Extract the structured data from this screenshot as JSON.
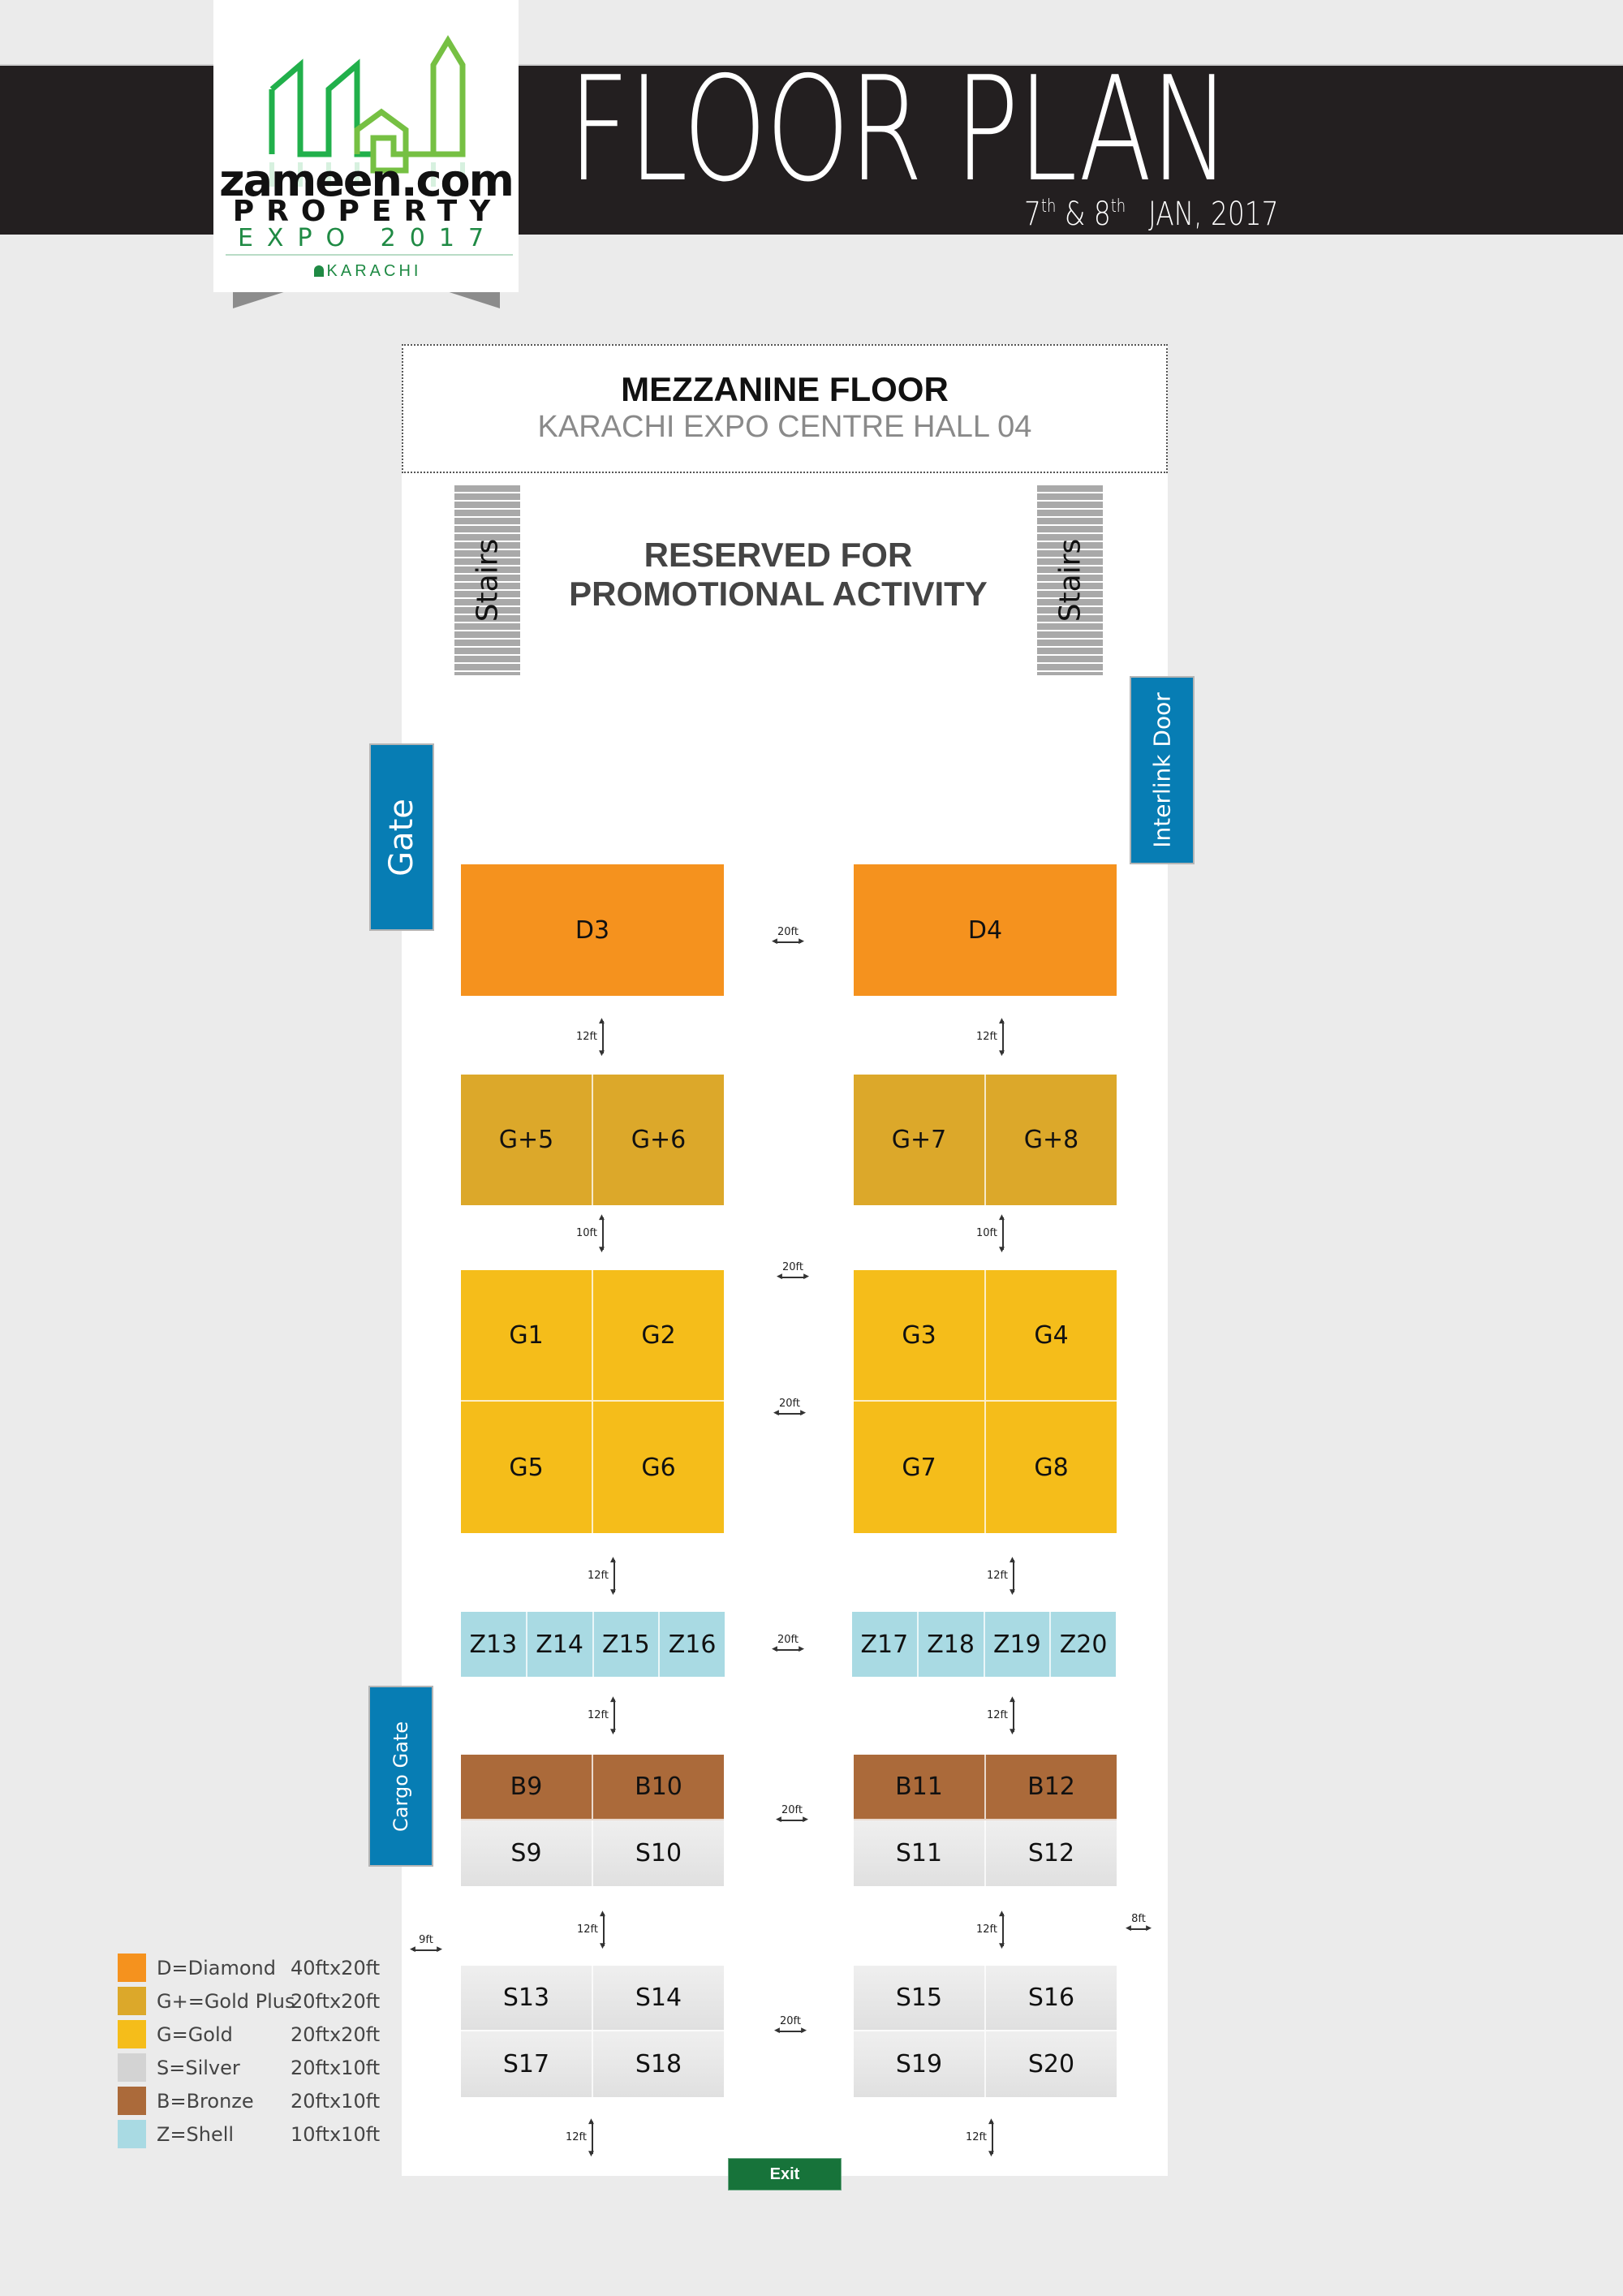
{
  "header": {
    "title": "FLOOR PLAN",
    "date": {
      "day1": "7",
      "day1_suffix": "th",
      "amp": "&",
      "day2": "8",
      "day2_suffix": "th",
      "month_year": "JAN, 2017"
    }
  },
  "logo": {
    "wordmark": "zameen.com",
    "line2": "PROPERTY",
    "line3": "EXPO 2017",
    "city": "KARACHI"
  },
  "hall": {
    "title": "MEZZANINE FLOOR",
    "subtitle": "KARACHI EXPO CENTRE HALL 04",
    "reserved_line1": "RESERVED FOR",
    "reserved_line2": "PROMOTIONAL ACTIVITY",
    "stairs_left": "Stairs",
    "stairs_right": "Stairs",
    "gate": "Gate",
    "interlink_door": "Interlink Door",
    "cargo_gate": "Cargo Gate",
    "exit": "Exit"
  },
  "booths": {
    "diamond": [
      "D3",
      "D4"
    ],
    "gold_plus": [
      "G+5",
      "G+6",
      "G+7",
      "G+8"
    ],
    "gold": [
      "G1",
      "G2",
      "G3",
      "G4",
      "G5",
      "G6",
      "G7",
      "G8"
    ],
    "shell": [
      "Z13",
      "Z14",
      "Z15",
      "Z16",
      "Z17",
      "Z18",
      "Z19",
      "Z20"
    ],
    "bronze": [
      "B9",
      "B10",
      "B11",
      "B12"
    ],
    "silver_a": [
      "S9",
      "S10",
      "S11",
      "S12"
    ],
    "silver_b": [
      "S13",
      "S14",
      "S15",
      "S16",
      "S17",
      "S18",
      "S19",
      "S20"
    ]
  },
  "dimensions": {
    "aisle_20": "20ft",
    "gap_12": "12ft",
    "gap_10": "10ft",
    "side_9": "9ft",
    "side_8": "8ft"
  },
  "legend": [
    {
      "label": "D=Diamond",
      "size": "40ftx20ft",
      "color": "#f5921e"
    },
    {
      "label": "G+=Gold Plus",
      "size": "20ftx20ft",
      "color": "#dca82a"
    },
    {
      "label": "G=Gold",
      "size": "20ftx20ft",
      "color": "#f5bd1a"
    },
    {
      "label": "S=Silver",
      "size": "20ftx10ft",
      "color": "#d3d3d3"
    },
    {
      "label": "B=Bronze",
      "size": "20ftx10ft",
      "color": "#ab6a3a"
    },
    {
      "label": "Z=Shell",
      "size": "10ftx10ft",
      "color": "#a9dae3"
    }
  ],
  "colors": {
    "header_bg": "#231f20",
    "door_blue": "#077db4",
    "exit_green": "#17733a",
    "brand_green": "#1f8a44"
  }
}
